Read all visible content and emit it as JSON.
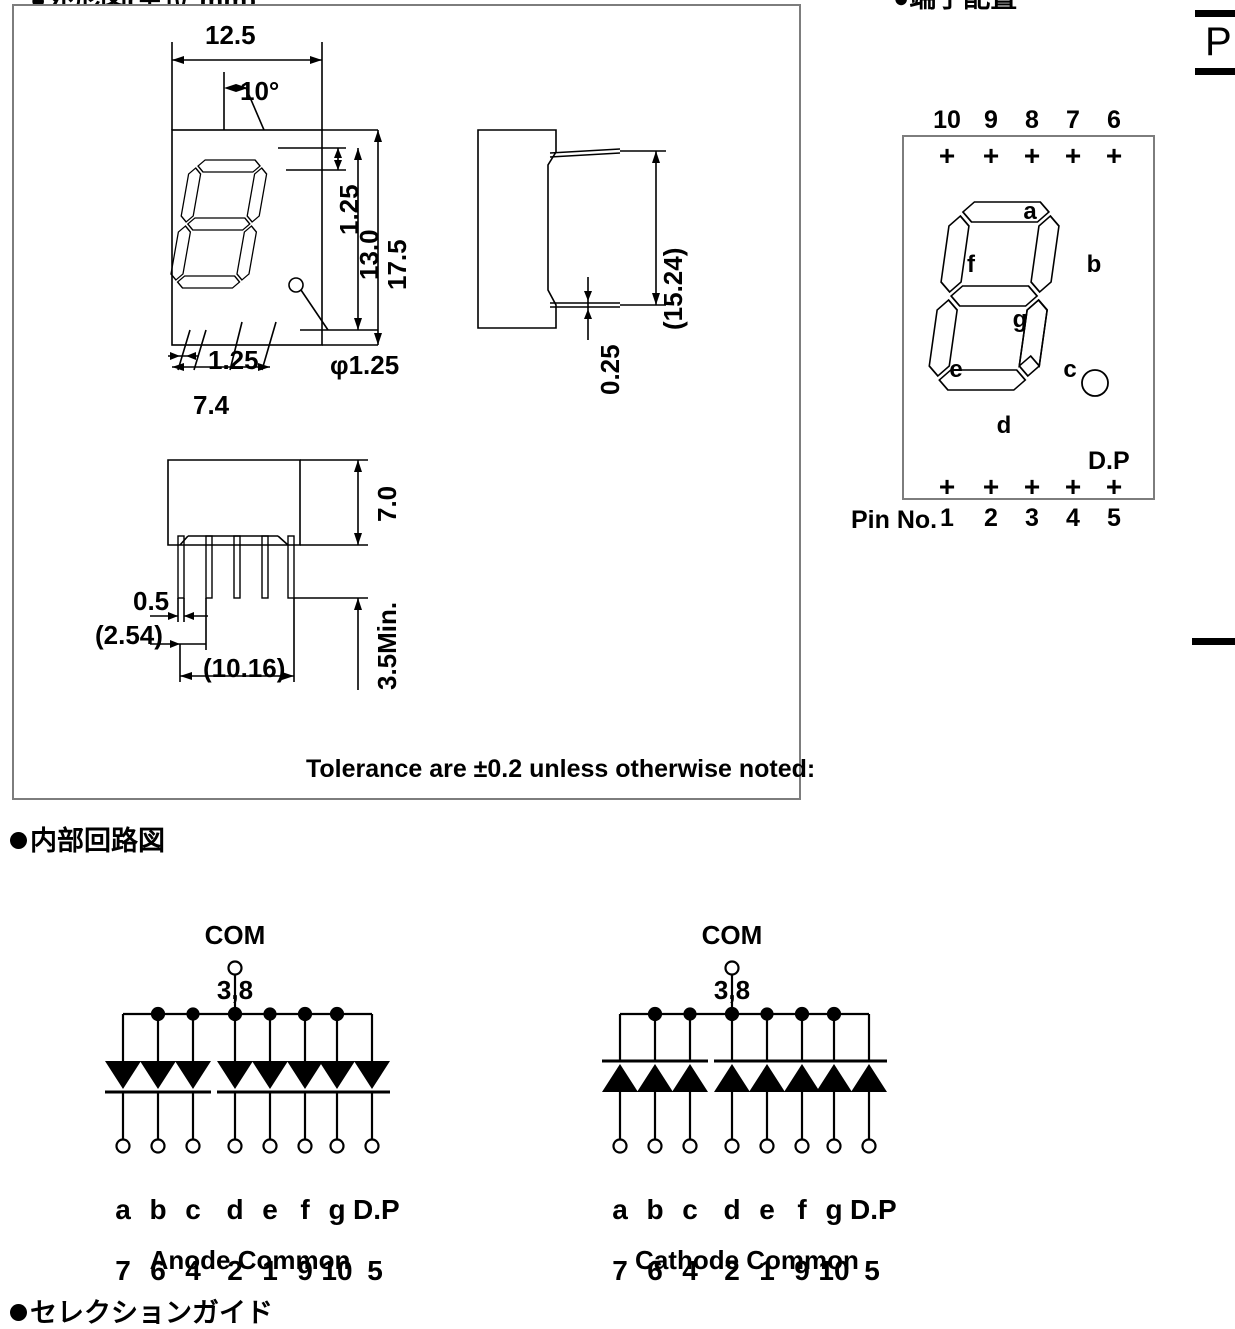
{
  "document": {
    "top_heading_clipped": "●外形図(単位:mm)",
    "top_heading_right_clipped": "●端子配置",
    "internal_circuit_heading": "内部回路図",
    "selection_guide_heading_clipped": "セレクションガイド",
    "page_marker_letter": "P"
  },
  "outline_drawing": {
    "tolerance_note": "Tolerance are ±0.2 unless otherwise noted:",
    "front_view": {
      "width_overall": "12.5",
      "tilt_angle": "10°",
      "segment_width_top": "1.25",
      "digit_height": "13.0",
      "body_height": "17.5",
      "segment_width_bottom": "1.25",
      "digit_width": "7.4",
      "dp_diameter": "φ1.25"
    },
    "side_view": {
      "lead_span": "(15.24)",
      "lead_thickness": "0.25"
    },
    "bottom_view": {
      "body_height": "7.0",
      "lead_length_min": "3.5Min.",
      "lead_width": "0.5",
      "lead_pitch": "(2.54)",
      "lead_row_span": "(10.16)"
    }
  },
  "pin_configuration": {
    "top_pin_numbers": [
      "10",
      "9",
      "8",
      "7",
      "6"
    ],
    "bottom_pin_numbers": [
      "1",
      "2",
      "3",
      "4",
      "5"
    ],
    "pin_marker": "+",
    "pin_no_label": "Pin No.",
    "segment_labels": {
      "a": "a",
      "b": "b",
      "c": "c",
      "d": "d",
      "e": "e",
      "f": "f",
      "g": "g",
      "dp": "D.P"
    }
  },
  "internal_circuit": {
    "diagrams": [
      {
        "caption": "Anode Common",
        "common_label": "COM",
        "common_pins": "3,8",
        "orientation": "anode",
        "terminals": [
          {
            "segment": "a",
            "pin": "7"
          },
          {
            "segment": "b",
            "pin": "6"
          },
          {
            "segment": "c",
            "pin": "4"
          },
          {
            "segment": "d",
            "pin": "2"
          },
          {
            "segment": "e",
            "pin": "1"
          },
          {
            "segment": "f",
            "pin": "9"
          },
          {
            "segment": "g",
            "pin": "10"
          },
          {
            "segment": "D.P",
            "pin": "5"
          }
        ]
      },
      {
        "caption": "Cathode Common",
        "common_label": "COM",
        "common_pins": "3,8",
        "orientation": "cathode",
        "terminals": [
          {
            "segment": "a",
            "pin": "7"
          },
          {
            "segment": "b",
            "pin": "6"
          },
          {
            "segment": "c",
            "pin": "4"
          },
          {
            "segment": "d",
            "pin": "2"
          },
          {
            "segment": "e",
            "pin": "1"
          },
          {
            "segment": "f",
            "pin": "9"
          },
          {
            "segment": "g",
            "pin": "10"
          },
          {
            "segment": "D.P",
            "pin": "5"
          }
        ]
      }
    ]
  },
  "colors": {
    "line": "#000000",
    "frame": "#7d7d7d",
    "background": "#ffffff"
  }
}
